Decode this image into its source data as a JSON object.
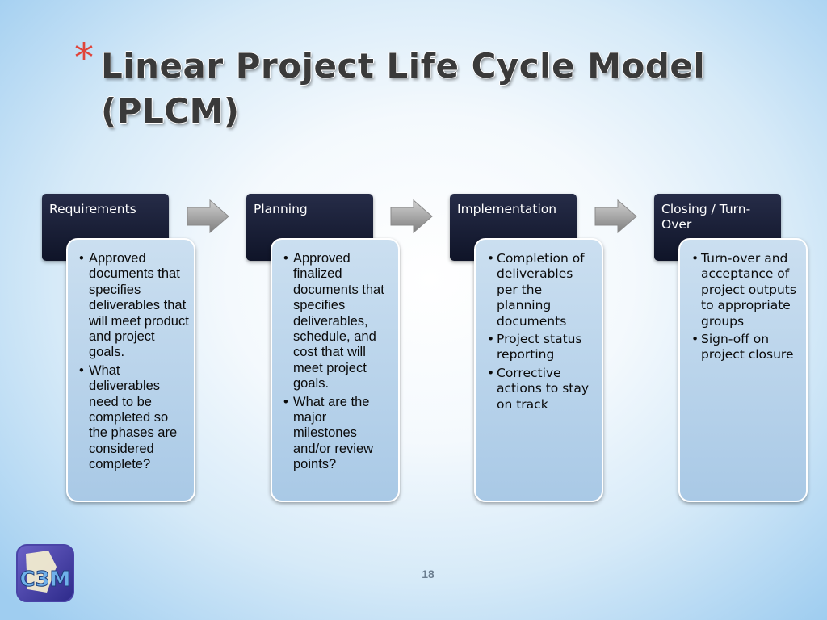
{
  "slide": {
    "title_marker": "*",
    "title": "Linear Project Life Cycle Model (PLCM)",
    "page_number": "18"
  },
  "logo": {
    "icon": "c3m-logo-icon",
    "text": "C3M"
  },
  "phases": [
    {
      "name": "Requirements",
      "bullets": [
        "Approved documents that specifies deliverables that will meet product and project goals.",
        "What deliverables need to be completed so the phases are considered complete?"
      ]
    },
    {
      "name": "Planning",
      "bullets": [
        "Approved finalized documents that specifies deliverables, schedule, and cost that will meet project goals.",
        "What are the major milestones and/or review points?"
      ]
    },
    {
      "name": "Implementation",
      "bullets": [
        "Completion of deliverables per the planning documents",
        "Project status reporting",
        "Corrective actions to stay on track"
      ]
    },
    {
      "name": "Closing / Turn-Over",
      "bullets": [
        "Turn-over and acceptance of project outputs to appropriate groups",
        "Sign-off on project closure"
      ]
    }
  ],
  "colors": {
    "title_marker": "#e0443a",
    "header_fill": "#1a2038",
    "body_fill": "#b9d4ec",
    "arrow_fill": "#9a9a9a"
  }
}
